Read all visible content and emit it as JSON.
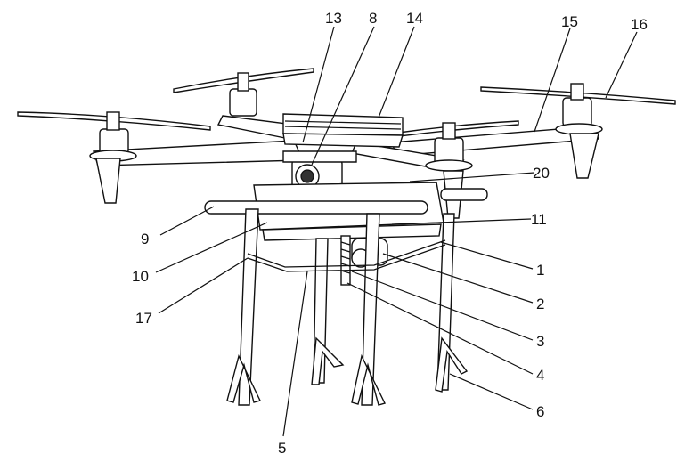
{
  "figure": {
    "title": "Drone with landing gear and camera payload",
    "labels": [
      "13",
      "8",
      "14",
      "15",
      "16",
      "20",
      "9",
      "11",
      "10",
      "1",
      "17",
      "2",
      "3",
      "4",
      "6",
      "5"
    ],
    "line_color": "#111111",
    "background": "#ffffff"
  }
}
